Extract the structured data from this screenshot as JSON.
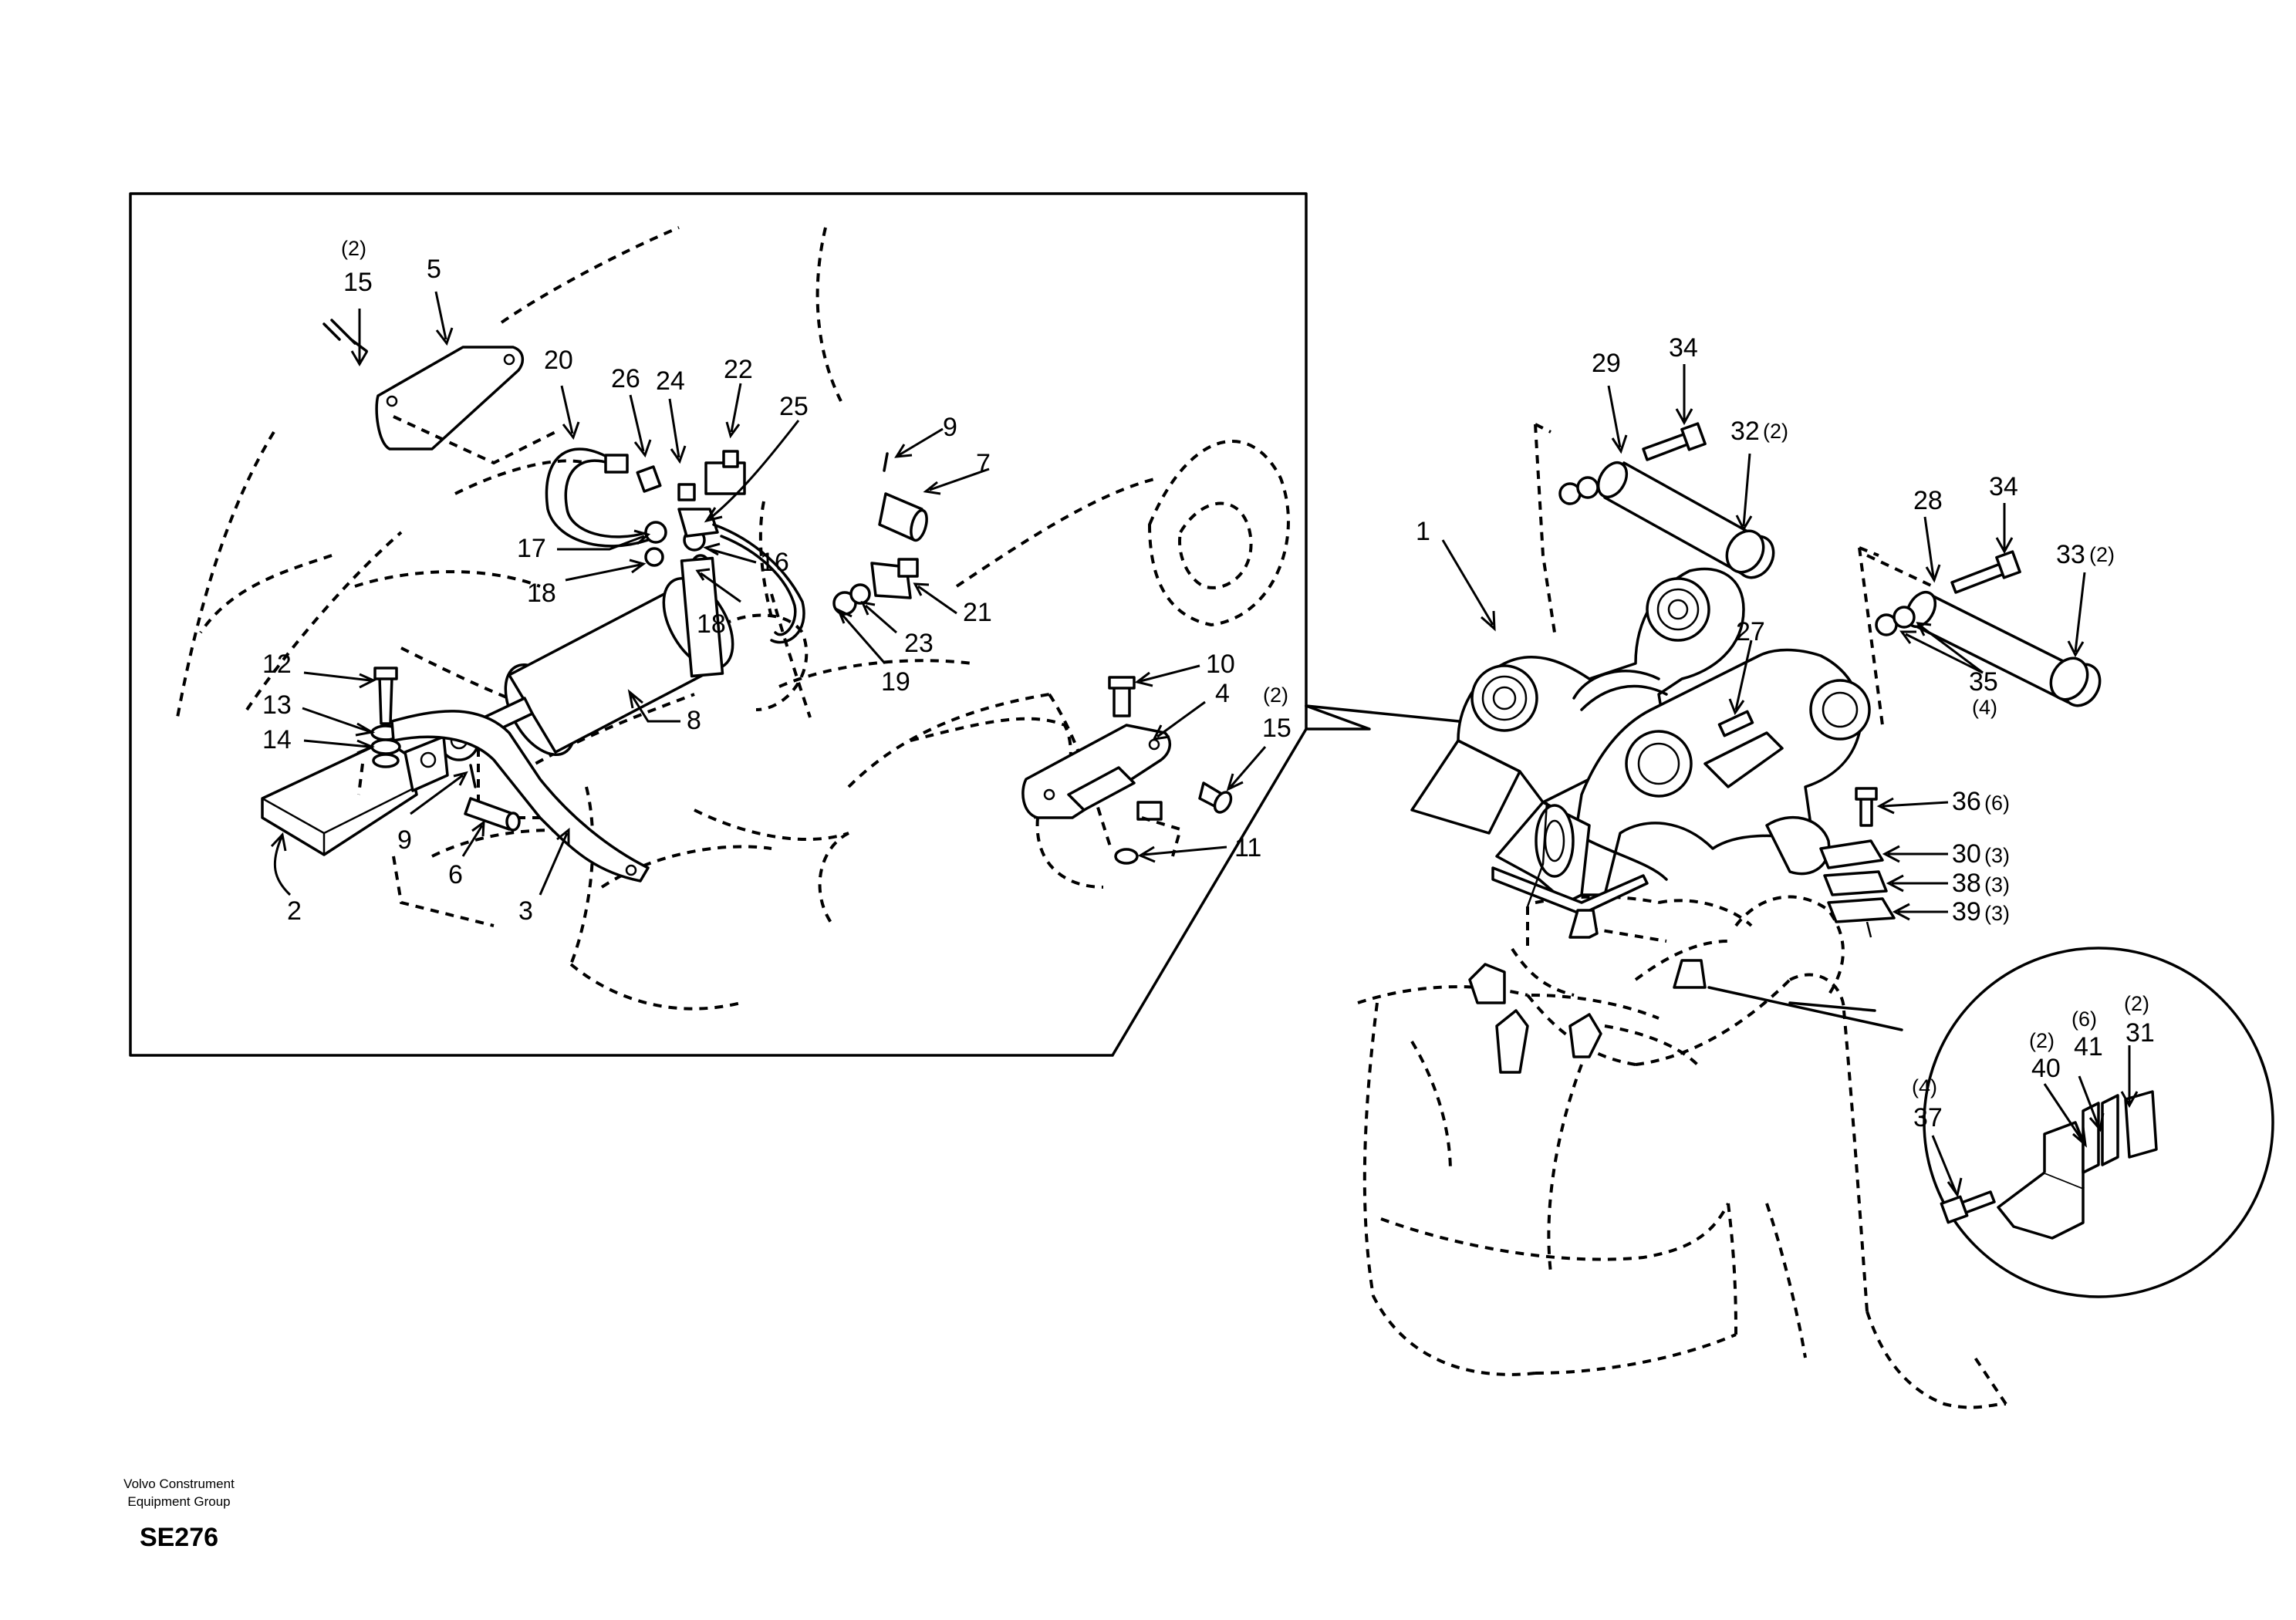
{
  "drawing": {
    "publisher_line1": "Volvo Construment",
    "publisher_line2": "Equipment Group",
    "code": "SE276"
  },
  "callouts": [
    {
      "no": "1"
    },
    {
      "no": "2"
    },
    {
      "no": "3"
    },
    {
      "no": "4"
    },
    {
      "no": "5"
    },
    {
      "no": "6"
    },
    {
      "no": "7"
    },
    {
      "no": "8"
    },
    {
      "no": "9"
    },
    {
      "no": "9"
    },
    {
      "no": "10"
    },
    {
      "no": "11"
    },
    {
      "no": "12"
    },
    {
      "no": "13"
    },
    {
      "no": "14"
    },
    {
      "no": "15",
      "qty": "(2)"
    },
    {
      "no": "15",
      "qty": "(2)"
    },
    {
      "no": "16"
    },
    {
      "no": "17"
    },
    {
      "no": "18"
    },
    {
      "no": "18"
    },
    {
      "no": "19"
    },
    {
      "no": "20"
    },
    {
      "no": "21"
    },
    {
      "no": "22"
    },
    {
      "no": "23"
    },
    {
      "no": "24"
    },
    {
      "no": "25"
    },
    {
      "no": "26"
    },
    {
      "no": "27"
    },
    {
      "no": "28"
    },
    {
      "no": "29"
    },
    {
      "no": "30",
      "qty": "(3)"
    },
    {
      "no": "31",
      "qty": "(2)"
    },
    {
      "no": "32",
      "qty": "(2)"
    },
    {
      "no": "33",
      "qty": "(2)"
    },
    {
      "no": "34"
    },
    {
      "no": "34"
    },
    {
      "no": "35",
      "qty": "(4)"
    },
    {
      "no": "36",
      "qty": "(6)"
    },
    {
      "no": "37",
      "qty": "(4)"
    },
    {
      "no": "38",
      "qty": "(3)"
    },
    {
      "no": "39",
      "qty": "(3)"
    },
    {
      "no": "40",
      "qty": "(2)"
    },
    {
      "no": "41",
      "qty": "(6)"
    }
  ]
}
